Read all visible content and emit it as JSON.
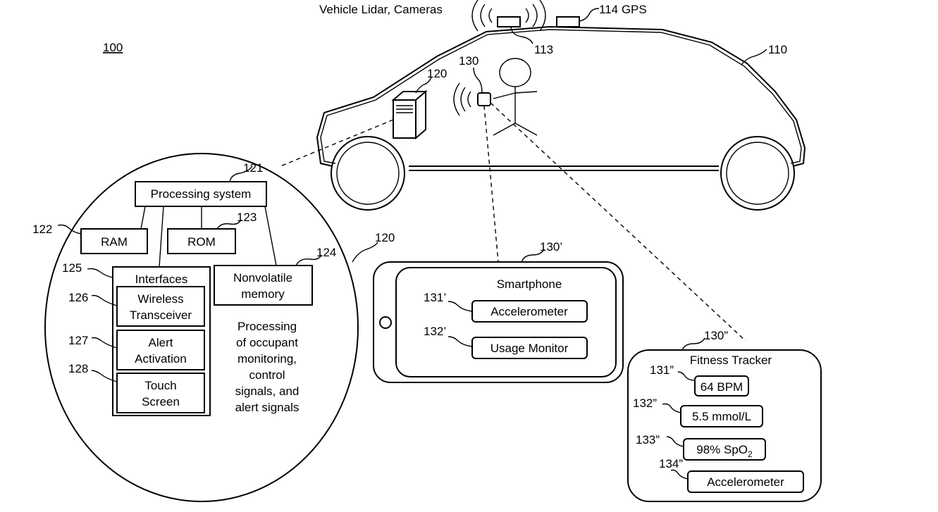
{
  "figure_number": "100",
  "top_caption": "Vehicle Lidar, Cameras",
  "refs": {
    "vehicle": "110",
    "lidar": "113",
    "gps": "114 GPS",
    "computer": "120",
    "occupant_device": "130",
    "circle": "120",
    "processing": "121",
    "ram": "122",
    "rom": "123",
    "nvm": "124",
    "interfaces": "125",
    "wireless": "126",
    "alert": "127",
    "touch": "128",
    "smartphone": "130’",
    "sp_accel": "131’",
    "sp_usage": "132’",
    "tracker": "130”",
    "ft_bpm": "131”",
    "ft_glucose": "132”",
    "ft_spo2": "133”",
    "ft_accel": "134”"
  },
  "computer_system": {
    "processing_system": "Processing system",
    "ram": "RAM",
    "rom": "ROM",
    "nonvolatile_line1": "Nonvolatile",
    "nonvolatile_line2": "memory",
    "interfaces": "Interfaces",
    "wireless_line1": "Wireless",
    "wireless_line2": "Transceiver",
    "alert_line1": "Alert",
    "alert_line2": "Activation",
    "touch_line1": "Touch",
    "touch_line2": "Screen",
    "processing_note": [
      "Processing",
      "of occupant",
      "monitoring,",
      "control",
      "signals, and",
      "alert signals"
    ]
  },
  "smartphone": {
    "title": "Smartphone",
    "accelerometer": "Accelerometer",
    "usage_monitor": "Usage Monitor"
  },
  "fitness_tracker": {
    "title": "Fitness Tracker",
    "heart_rate": "64 BPM",
    "glucose": "5.5 mmol/L",
    "spo2_prefix": "98% SpO",
    "spo2_sub": "2",
    "accelerometer": "Accelerometer"
  }
}
